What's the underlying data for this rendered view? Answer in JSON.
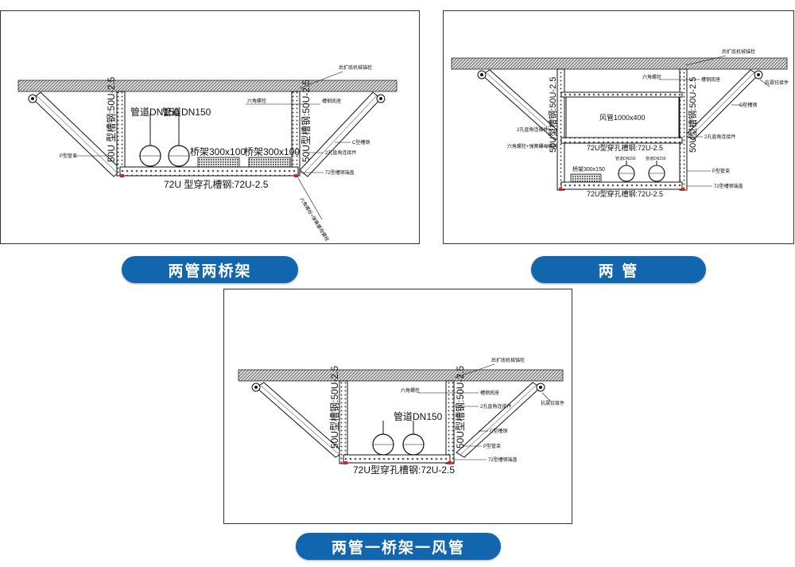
{
  "captions": {
    "left": "两管两桥架",
    "right": "两 管",
    "bottom": "两管一桥架一风管"
  },
  "diagram1": {
    "channel_50u": "50U 型槽钢:50U-2.5",
    "channel_50u_right": "50U型槽钢:50U-2.5",
    "channel_72u": "72U 型穿孔槽钢:72U-2.5",
    "pipe1": "管道DN150",
    "pipe2": "管道DN150",
    "tray1": "桥架300x100",
    "tray2": "桥架300x100",
    "hex_bolt": "六角螺栓",
    "channel_cap": "槽钢底座",
    "anchor_bolt": "后扩底机械锚栓",
    "c_steel": "C型槽钢",
    "connector_2hole": "2孔直角连接件",
    "p_clamp": "P型管束",
    "bottom_base": "72型槽钢端盖",
    "hex_nut_bottom": "六角螺栓+弹簧螺母螺栓"
  },
  "diagram2": {
    "channel_50u_left": "50U型槽钢:50U-2.5",
    "channel_50u_right": "50U型槽钢:50U-2.5",
    "channel_72u_mid": "72U型穿孔槽钢:72U-2.5",
    "channel_72u_bottom": "72U型穿孔槽钢:72U-2.5",
    "duct": "风管1000x400",
    "tray": "桥架300x150",
    "pipe1": "管道DN150",
    "pipe2": "管道DN150",
    "hex_bolt": "六角螺栓",
    "channel_cap": "槽钢底座",
    "anchor_bolt": "后扩底机械锚栓",
    "seismic_hinge": "抗震铰接件",
    "c_steel": "C型槽钢",
    "connector_2hole_left": "2孔直角连接件",
    "connector_2hole_right": "2孔直角连接件",
    "hex_nut_spring": "六角螺栓+弹簧螺母螺栓",
    "p_clamp": "P型管束",
    "bottom_base": "72型槽钢端盖"
  },
  "diagram3": {
    "channel_50u_left": "50U型槽钢:50U-2.5",
    "channel_50u_right": "50U型槽钢:50U-2.5",
    "channel_72u": "72U型穿孔槽钢:72U-2.5",
    "pipe": "管道DN150",
    "hex_bolt": "六角螺栓",
    "channel_cap": "槽钢底座",
    "anchor_bolt": "后扩底机械锚栓",
    "seismic_hinge": "抗震铰接件",
    "c_steel": "C型槽钢",
    "connector_2hole": "2孔直角连接件",
    "p_clamp": "P型管束",
    "bottom_base": "72型槽钢端盖"
  },
  "colors": {
    "pill_blue": "#1266ad",
    "line": "#111111",
    "red_mark": "#e02020"
  }
}
